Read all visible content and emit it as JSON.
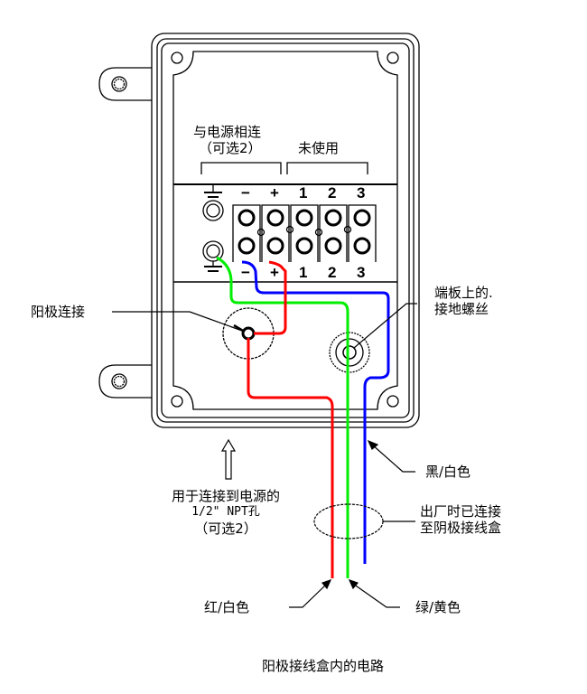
{
  "diagram": {
    "title": "阳极接线盒内的电路",
    "header_labels": {
      "power_line1": "与电源相连",
      "power_line2": "（可选2）",
      "unused": "未使用"
    },
    "terminal_labels_top": [
      "−",
      "+",
      "1",
      "2",
      "3"
    ],
    "terminal_labels_bottom": [
      "−",
      "+",
      "1",
      "2",
      "3"
    ],
    "callouts": {
      "anode_connection": "阳极连接",
      "ground_screw_line1": "端板上的.",
      "ground_screw_line2": "接地螺丝",
      "npt_line1": "用于连接到电源的",
      "npt_line2": "1/2\" NPT孔",
      "npt_line3": "（可选2）",
      "black_white": "黑/白色",
      "factory_line1": "出厂时已连接",
      "factory_line2": "至阴极接线盒",
      "red_white": "红/白色",
      "green_yellow": "绿/黄色"
    },
    "wire_colors": {
      "red": "#ff0000",
      "green": "#00ee00",
      "blue": "#0000ff"
    }
  }
}
